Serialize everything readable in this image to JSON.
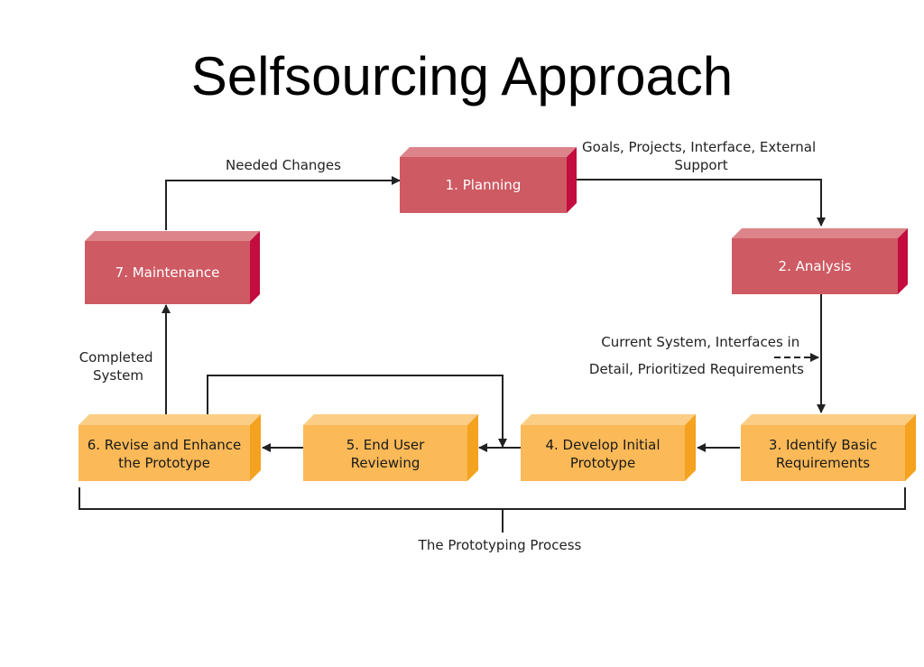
{
  "title": "Selfsourcing Approach",
  "colors": {
    "planning_phase_front": "#ce5a63",
    "planning_phase_top": "#dd848a",
    "planning_phase_side": "#c20d3e",
    "prototype_phase_front": "#fbb957",
    "prototype_phase_top": "#fcce85",
    "prototype_phase_side": "#f4a21f",
    "connector": "#222222",
    "label_text": "#222222"
  },
  "steps": [
    {
      "id": "planning",
      "label": "1.  Planning"
    },
    {
      "id": "analysis",
      "label": "2.  Analysis"
    },
    {
      "id": "identify-requirements",
      "lines": [
        "3.  Identify Basic",
        "Requirements"
      ]
    },
    {
      "id": "develop-prototype",
      "lines": [
        "4.  Develop Initial",
        "Prototype"
      ]
    },
    {
      "id": "end-user-reviewing",
      "lines": [
        "5.  End User",
        "Reviewing"
      ]
    },
    {
      "id": "revise-prototype",
      "lines": [
        "6.  Revise and Enhance",
        "the Prototype"
      ]
    },
    {
      "id": "maintenance",
      "label": "7.  Maintenance"
    }
  ],
  "labels": {
    "needed_changes": "Needed Changes",
    "goals": [
      "Goals, Projects, Interface, External",
      "Support"
    ],
    "current_system": [
      "Current System, Interfaces in",
      "Detail, Prioritized Requirements"
    ],
    "completed_system": [
      "Completed",
      "System"
    ],
    "prototyping_process": "The Prototyping Process"
  }
}
